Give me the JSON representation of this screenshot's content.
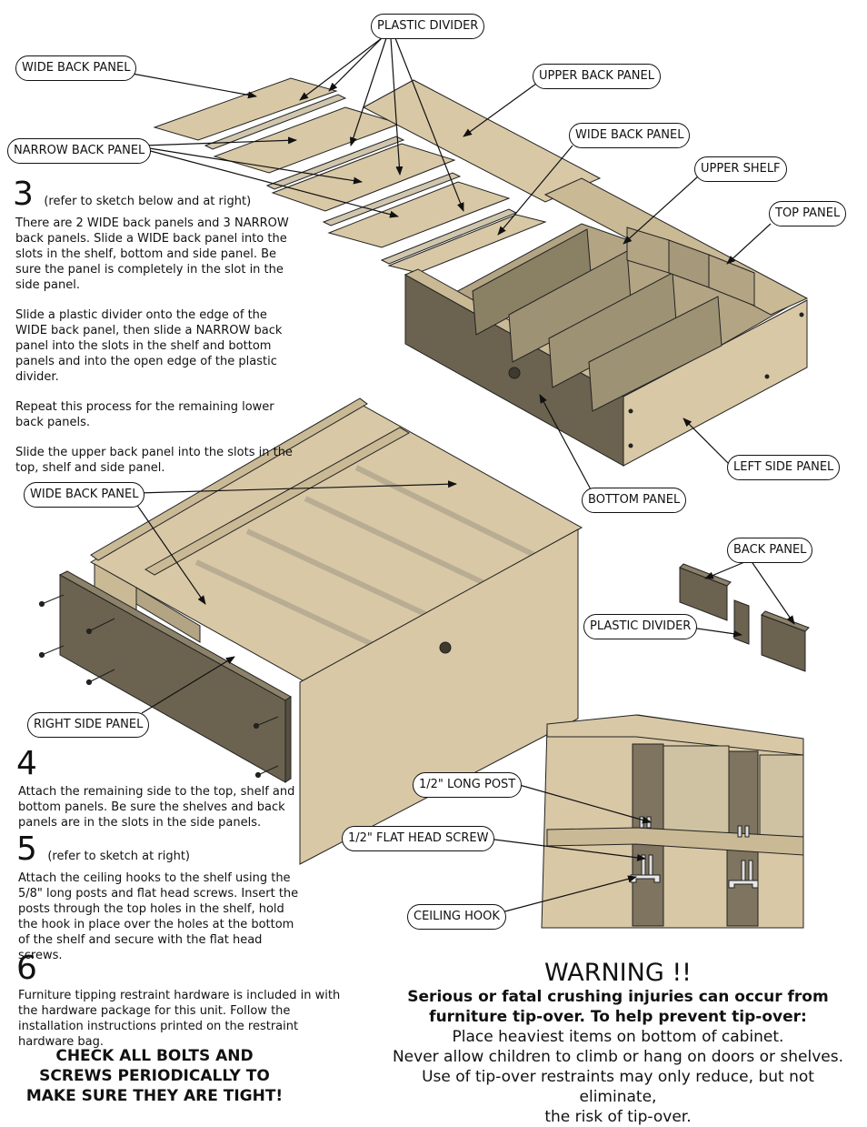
{
  "callouts": {
    "plastic_divider_top": "PLASTIC DIVIDER",
    "wide_back_panel_top": "WIDE BACK PANEL",
    "upper_back_panel": "UPPER BACK PANEL",
    "narrow_back_panel": "NARROW BACK PANEL",
    "wide_back_panel_mid": "WIDE BACK PANEL",
    "upper_shelf": "UPPER SHELF",
    "top_panel": "TOP PANEL",
    "left_side_panel": "LEFT SIDE PANEL",
    "bottom_panel": "BOTTOM PANEL",
    "wide_back_panel_lower": "WIDE BACK PANEL",
    "back_panel": "BACK PANEL",
    "plastic_divider_small": "PLASTIC DIVIDER",
    "right_side_panel": "RIGHT SIDE PANEL",
    "long_post": "1/2\" LONG POST",
    "flat_head_screw": "1/2\" FLAT HEAD SCREW",
    "ceiling_hook": "CEILING HOOK"
  },
  "step3": {
    "number": "3",
    "note": "(refer to sketch below and at right)",
    "paragraphs": [
      "There are 2 WIDE back panels and 3 NARROW back panels.  Slide a WIDE back panel into the slots in the shelf, bottom and side panel.  Be sure the panel is completely in the slot in the side panel.",
      "Slide a plastic divider onto the edge of the WIDE back panel, then slide a NARROW back panel into the slots in the shelf and bottom panels and into the open edge of the plastic divider.",
      "Repeat this process for the remaining lower back panels.",
      "Slide the upper back panel into the slots in the top, shelf and side panel."
    ]
  },
  "step4": {
    "number": "4",
    "text": "Attach the remaining side to the top, shelf and bottom panels.  Be sure the shelves and back panels are in the slots in the side panels."
  },
  "step5": {
    "number": "5",
    "note": "(refer to sketch at right)",
    "text": "Attach the ceiling hooks to the shelf using the 5/8\" long posts and flat head screws.  Insert the posts through the top holes in the shelf, hold the hook in place over the holes at the bottom of the shelf and secure with the flat head screws."
  },
  "step6": {
    "number": "6",
    "text": "Furniture tipping restraint hardware is included in with the hardware package for this unit.  Follow the installation instructions printed on the restraint hardware bag."
  },
  "check_notice": "CHECK ALL BOLTS AND SCREWS PERIODICALLY TO MAKE SURE THEY ARE TIGHT!",
  "warning": {
    "title": "WARNING !!",
    "bold_line1": "Serious or fatal crushing injuries can occur from",
    "bold_line2": "furniture tip-over.  To help prevent tip-over:",
    "line1": "Place heaviest items on bottom of cabinet.",
    "line2": "Never allow children to climb or hang on doors or shelves.",
    "line3": "Use of tip-over restraints may only reduce, but not eliminate,",
    "line4": "the risk of tip-over."
  },
  "colors": {
    "panel_light": "#d8c8a6",
    "panel_mid": "#b3a484",
    "panel_dark": "#6b634f",
    "panel_darker": "#55503f",
    "divider": "#c9c0a6",
    "outline": "#111111"
  }
}
